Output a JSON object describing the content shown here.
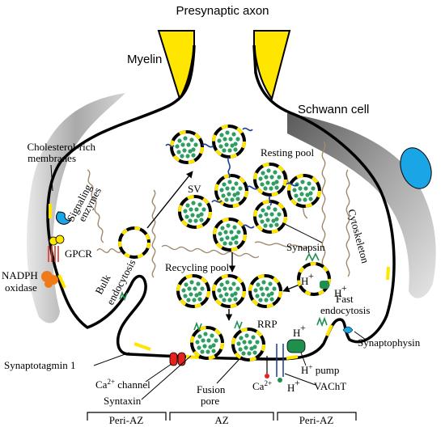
{
  "labels": {
    "presynaptic_axon": "Presynaptic axon",
    "myelin": "Myelin",
    "schwann_cell": "Schwann cell",
    "resting_pool": "Resting pool",
    "sv": "SV",
    "cholesterol_line1": "Cholesterol-rich",
    "cholesterol_line2": "membranes",
    "signaling_line1": "Signaling",
    "signaling_line2": "enzymes",
    "gpcr": "GPCR",
    "nadph_line1": "NADPH",
    "nadph_line2": "oxidase",
    "bulk_line1": "Bulk",
    "bulk_line2": "endocytosis",
    "cytoskeleton": "Cytoskeleton",
    "synapsin": "Synapsin",
    "recycling_pool": "Recycling pool",
    "h_plus_1": "H",
    "h_plus_2": "H",
    "h_plus_3": "H",
    "h_plus_4": "H",
    "plus": "+",
    "fast_line1": "Fast",
    "fast_line2": "endocytosis",
    "rrp": "RRP",
    "synaptotagmin": "Synaptotagmin 1",
    "synaptophysin": "Synaptophysin",
    "ca_channel": "Ca",
    "ca_channel_sup": "2+",
    "ca_channel_rest": " channel",
    "syntaxin": "Syntaxin",
    "fusion_line1": "Fusion",
    "fusion_line2": "pore",
    "ca_ion": "Ca",
    "ca_ion_sup": "2+",
    "h_pump": " pump",
    "vacht": "VAChT",
    "zone_left": "Peri-AZ",
    "zone_mid": "AZ",
    "zone_right": "Peri-AZ"
  },
  "colors": {
    "myelin": "#ffe600",
    "schwann_gray": "#b9b9b9",
    "nucleus": "#1aa6e6",
    "vesicle_content": "#2e9e63",
    "vesicle_coat": "#ffe600",
    "channel_red": "#e3231c",
    "pump_green": "#1f8f4e",
    "nadph_orange": "#f07a18",
    "gpcr_red": "#d8392b",
    "cytoskeleton": "#a08a6e"
  },
  "icons": {
    "sv": "synaptic-vesicle-icon",
    "channel": "calcium-channel-icon",
    "pump": "proton-pump-icon"
  }
}
